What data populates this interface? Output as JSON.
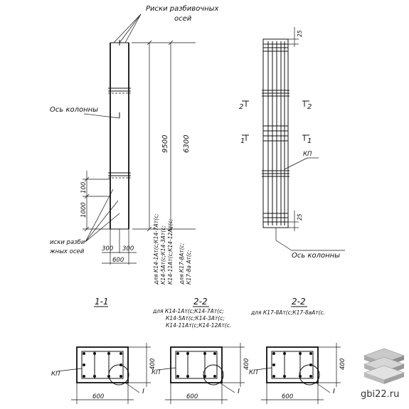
{
  "labels": {
    "axis_marks_line1": "Риски разбивочных",
    "axis_marks_line2": "осей",
    "column_axis_left": "Ось колонны",
    "column_axis_right": "Ось колонны",
    "axis_marks_lower_line1": "иски разби",
    "axis_marks_lower_line2": "жных осей",
    "kp_label": "КП"
  },
  "dimensions": {
    "height_9500": "9500",
    "height_6300": "6300",
    "dim_100": "100",
    "dim_1000": "1000",
    "half_width_left": "300",
    "half_width_right": "300",
    "width_600": "600",
    "top_25": "25",
    "bottom_25": "25"
  },
  "section_marks": {
    "s2_left": "2",
    "s2_right": "2",
    "s1_left": "1",
    "s1_right": "1"
  },
  "vertical_notes": {
    "left_col_line1": "для К14-1Ат(с;К14-7Ат(с;",
    "left_col_line2": "К14-5Ат(с;К14-3Ат(с;",
    "left_col_line3": "К14-11Ат(с;К14-12Ат(с;",
    "right_col_line1": "для К17-8Ат(с;",
    "right_col_line2": "К17-8а Ат(с;"
  },
  "sections": {
    "title_1": "1-1",
    "title_2a": "2-2",
    "title_2b": "2-2",
    "note_2a_line1": "для К14-1Ат(с;К14-7Ат(с;",
    "note_2a_line2": "К14-5Ат(с;К14-3Ат(с;",
    "note_2a_line3": "К14-11Ат(с;К14-12Ат(с.",
    "note_2b": "для К17-8Ат(с;К17-8аАт(с.",
    "sec1_kp": "КП",
    "sec2_kp": "КП",
    "sec3_kp": "КП",
    "sec1_width": "600",
    "sec2_width": "600",
    "sec3_width": "600",
    "sec1_height": "400",
    "sec2_height": "400",
    "sec3_height": "400",
    "sec1_mark": "I",
    "sec2_mark": "I",
    "sec3_mark": "I"
  },
  "watermark": {
    "site": "gbi22.ru"
  }
}
